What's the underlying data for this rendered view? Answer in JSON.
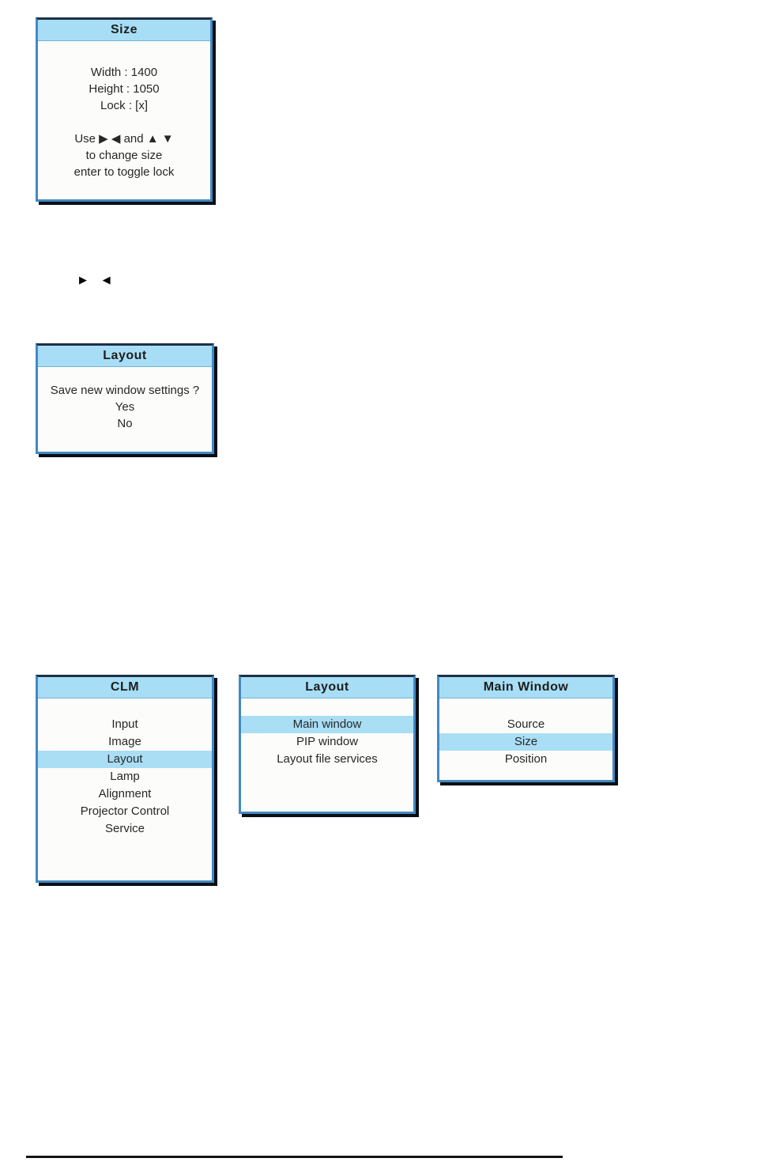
{
  "colors": {
    "box_border_blue": "#4389c2",
    "box_border_dark_top": "#1e3048",
    "box_shadow_black": "#0a0e15",
    "header_background": "#a7def6",
    "highlight_background": "#a9def5",
    "box_body_background": "#fcfcfa",
    "text": "#272727",
    "footer_rule": "#151515"
  },
  "nav_arrows": {
    "glyphs": "▶ ◀"
  },
  "size_menu": {
    "title": "Size",
    "lines": [
      "Width : 1400",
      "Height : 1050",
      "Lock : [x]",
      "",
      "Use ▶ ◀ and ▲ ▼",
      "to change size",
      "enter to toggle lock"
    ]
  },
  "layout_dialog": {
    "title": "Layout",
    "question": "Save new window settings ?",
    "options": [
      {
        "label": "Yes"
      },
      {
        "label": "No"
      }
    ]
  },
  "clm_menu": {
    "title": "CLM",
    "items": [
      {
        "label": "Input",
        "highlighted": false
      },
      {
        "label": "Image",
        "highlighted": false
      },
      {
        "label": "Layout",
        "highlighted": true
      },
      {
        "label": "Lamp",
        "highlighted": false
      },
      {
        "label": "Alignment",
        "highlighted": false
      },
      {
        "label": "Projector Control",
        "highlighted": false
      },
      {
        "label": "Service",
        "highlighted": false
      }
    ]
  },
  "layout_menu": {
    "title": "Layout",
    "items": [
      {
        "label": "Main window",
        "highlighted": true
      },
      {
        "label": "PIP window",
        "highlighted": false
      },
      {
        "label": "Layout file services",
        "highlighted": false
      }
    ]
  },
  "main_window_menu": {
    "title": "Main Window",
    "items": [
      {
        "label": "Source",
        "highlighted": false
      },
      {
        "label": "Size",
        "highlighted": true
      },
      {
        "label": "Position",
        "highlighted": false
      }
    ]
  }
}
